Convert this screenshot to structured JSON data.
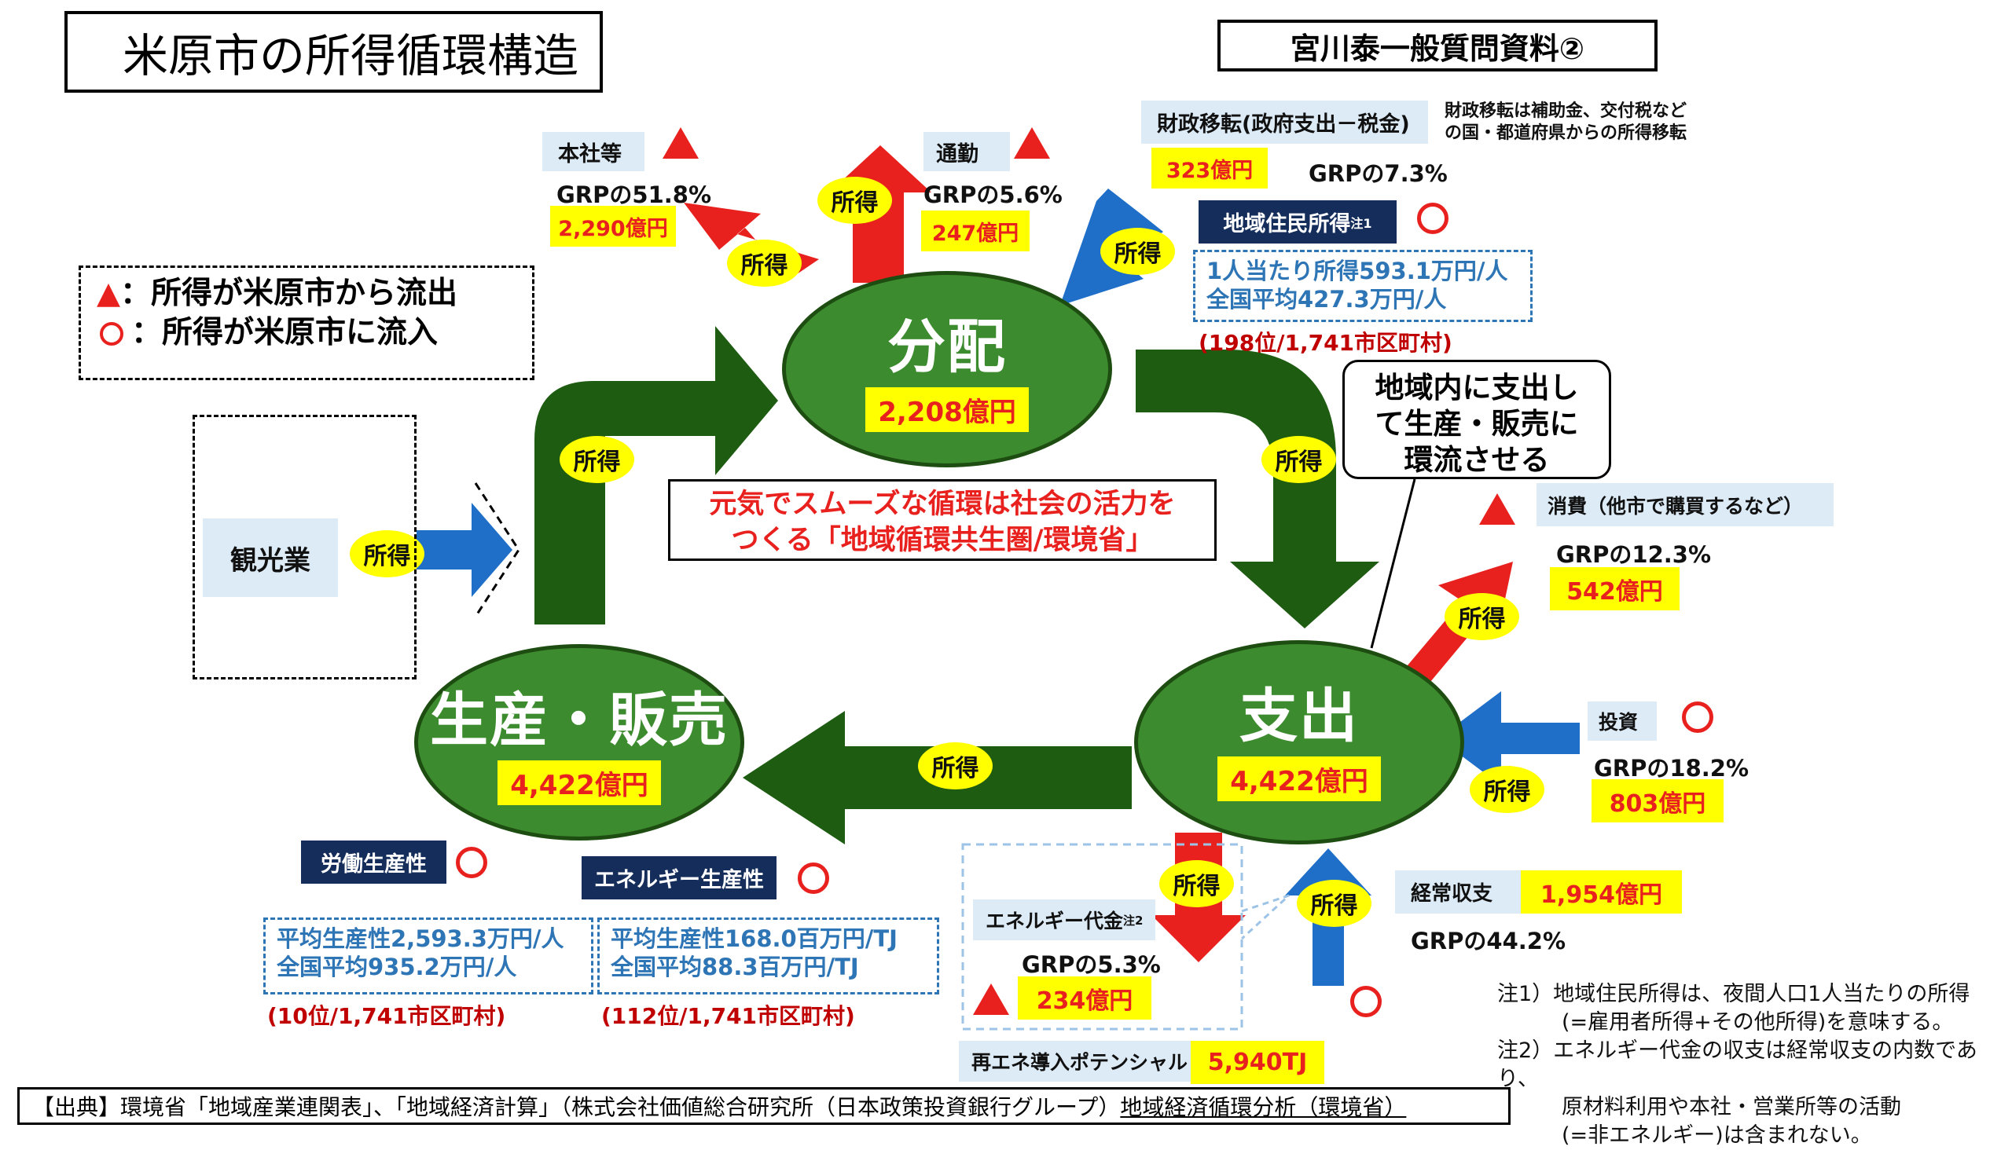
{
  "title": "米原市の所得循環構造",
  "presenter": "宮川泰一般質問資料②",
  "legend": {
    "outflow": "▲：所得が米原市から流出",
    "inflow_label": "：所得が米原市に流入"
  },
  "flow_label": "所得",
  "nodes": {
    "distribution": {
      "name": "分配",
      "value": "2,208億円"
    },
    "production": {
      "name": "生産・販売",
      "value": "4,422億円"
    },
    "expenditure": {
      "name": "支出",
      "value": "4,422億円"
    }
  },
  "slogan": {
    "line1": "元気でスムーズな循環は社会の活力を",
    "line2": "つくる「地域循環共生圏/環境省」"
  },
  "callout": {
    "line1": "地域内に支出し",
    "line2": "て生産・販売に",
    "line3": "環流させる"
  },
  "tourism": "観光業",
  "headquarters": {
    "label": "本社等",
    "grp": "GRPの51.8%",
    "value": "2,290億円"
  },
  "commuting": {
    "label": "通勤",
    "grp": "GRPの5.6%",
    "value": "247億円"
  },
  "fiscal_transfer": {
    "label": "財政移転(政府支出－税金)",
    "value": "323億円",
    "grp": "GRPの7.3%",
    "note1": "財政移転は補助金、交付税など",
    "note2": "の国・都道府県からの所得移転"
  },
  "resident_income": {
    "label": "地域住民所得",
    "sup": "注1",
    "line1": "1人当たり所得593.1万円/人",
    "line2": "全国平均427.3万円/人",
    "rank": "(198位/1,741市区町村)"
  },
  "consumption": {
    "label": "消費（他市で購買するなど）",
    "grp": "GRPの12.3%",
    "value": "542億円"
  },
  "investment": {
    "label": "投資",
    "grp": "GRPの18.2%",
    "value": "803億円"
  },
  "current_account": {
    "label": "経常収支",
    "value": "1,954億円",
    "grp": "GRPの44.2%"
  },
  "energy_cost": {
    "label": "エネルギー代金",
    "sup": "注2",
    "grp": "GRPの5.3%",
    "value": "234億円"
  },
  "renewable": {
    "label": "再エネ導入ポテンシャル",
    "value": "5,940TJ"
  },
  "labor_productivity": {
    "label": "労働生産性",
    "line1": "平均生産性2,593.3万円/人",
    "line2": "全国平均935.2万円/人",
    "rank": "(10位/1,741市区町村)"
  },
  "energy_productivity": {
    "label": "エネルギー生産性",
    "line1": "平均生産性168.0百万円/TJ",
    "line2": "全国平均88.3百万円/TJ",
    "rank": "(112位/1,741市区町村)"
  },
  "notes": {
    "n1a": "注1）地域住民所得は、夜間人口1人当たりの所得",
    "n1b": "(=雇用者所得+その他所得)を意味する。",
    "n2a": "注2）エネルギー代金の収支は経常収支の内数であり、",
    "n2b": "原材料利用や本社・営業所等の活動",
    "n2c": "(=非エネルギー)は含まれない。"
  },
  "source": {
    "text": "【出典】環境省「地域産業連関表」、「地域経済計算」（株式会社価値総合研究所（日本政策投資銀行グループ）",
    "link": "地域経済循環分析（環境省）"
  },
  "colors": {
    "green": "#3c8b2e",
    "dark_green": "#1e5c12",
    "red": "#e8211e",
    "blue": "#1f6fc9",
    "yellow": "#ffff00",
    "navy": "#152d5a",
    "light_blue": "#ddebf7"
  }
}
